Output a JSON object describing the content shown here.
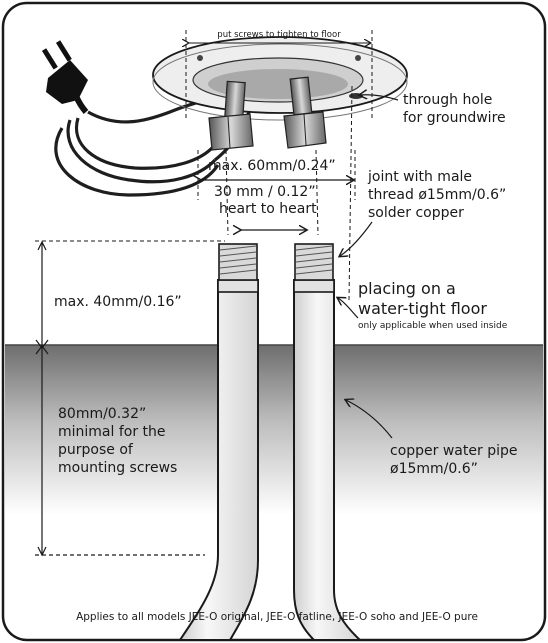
{
  "labels": {
    "screws": "put screws to tighten to floor",
    "through_hole_1": "through hole",
    "through_hole_2": "for groundwire",
    "max_width": "max. 60mm/0.24”",
    "heart_dim": "30 mm / 0.12”",
    "heart_to_heart": "heart to heart",
    "joint_1": "joint with male",
    "joint_2": "thread ø15mm/0.6”",
    "joint_3": "solder copper",
    "placing_1": "placing on a",
    "placing_2": "water-tight floor",
    "placing_note": "only applicable when used inside",
    "max_height": "max. 40mm/0.16”",
    "minimal_1": "80mm/0.32”",
    "minimal_2": "minimal for the",
    "minimal_3": "purpose of",
    "minimal_4": "mounting screws",
    "pipe_1": "copper water pipe",
    "pipe_2": "ø15mm/0.6”",
    "footer": "Applies to all models JEE-O original, JEE-O fatline, JEE-O soho and  JEE-O pure"
  },
  "icons": {
    "plug": "power-plug-icon"
  },
  "colors": {
    "ink": "#1a1a1a",
    "floor_dark": "#6e6e6e",
    "pipe": "#ececec"
  }
}
